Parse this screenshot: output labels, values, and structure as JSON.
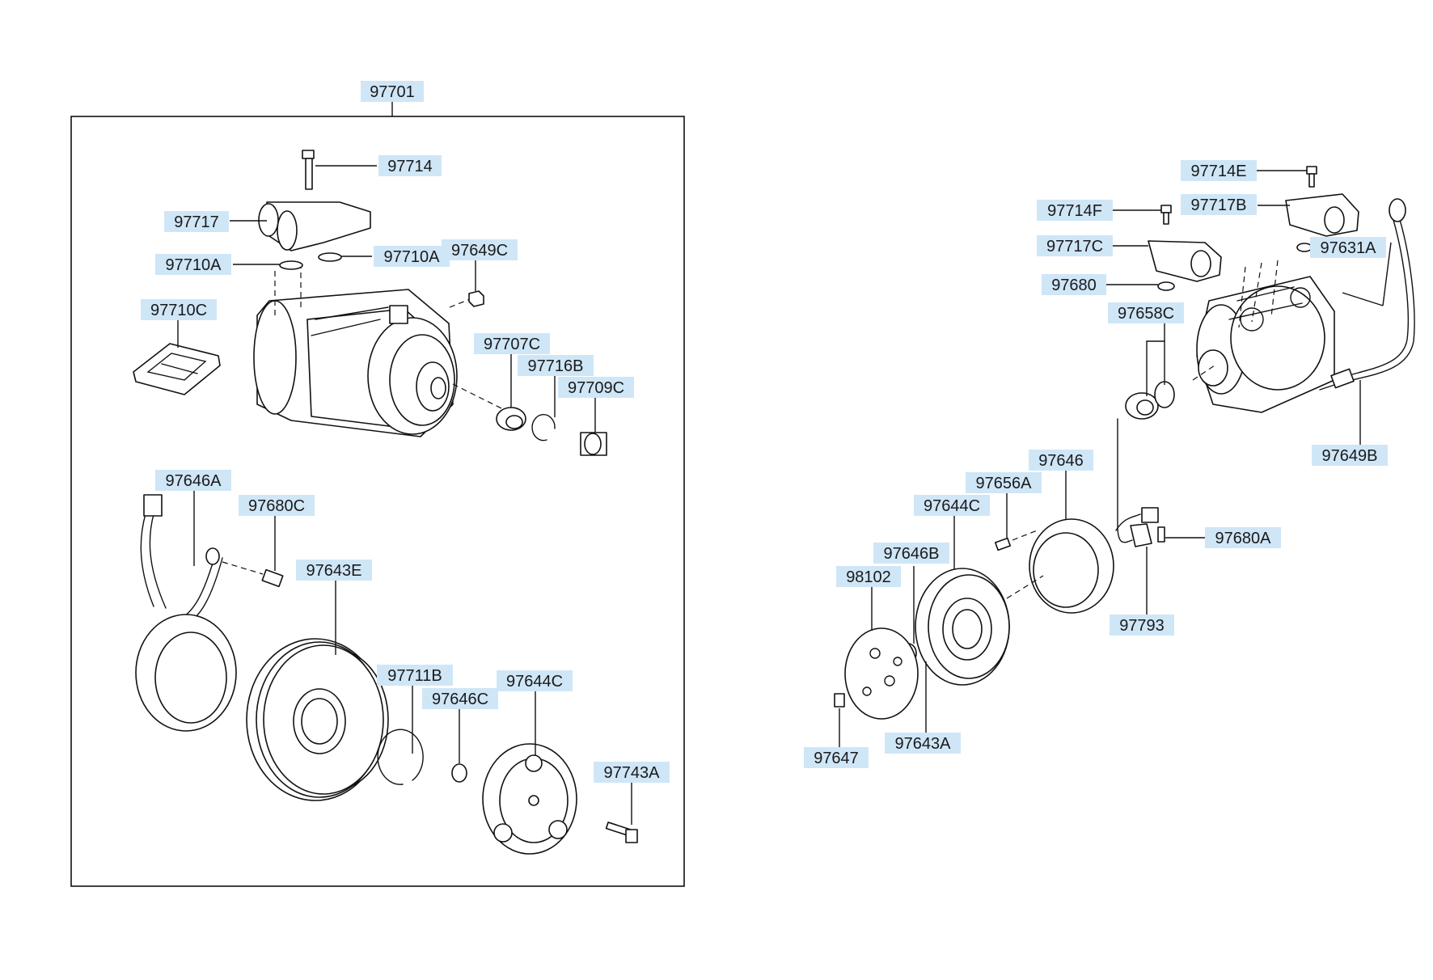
{
  "left_panel": {
    "assembly_label": "97701",
    "labels": {
      "p97714": "97714",
      "p97717": "97717",
      "p97710a_left": "97710A",
      "p97710a_right": "97710A",
      "p97649c": "97649C",
      "p97710c": "97710C",
      "p97707c": "97707C",
      "p97716b": "97716B",
      "p97709c": "97709C",
      "p97646a": "97646A",
      "p97680c": "97680C",
      "p97643e": "97643E",
      "p97711b": "97711B",
      "p97646c": "97646C",
      "p97644c": "97644C",
      "p97743a": "97743A"
    }
  },
  "right_panel": {
    "labels": {
      "p97714e": "97714E",
      "p97714f": "97714F",
      "p97717b": "97717B",
      "p97717c": "97717C",
      "p97631a": "97631A",
      "p97680": "97680",
      "p97658c": "97658C",
      "p97649b": "97649B",
      "p97646": "97646",
      "p97656a": "97656A",
      "p97644c": "97644C",
      "p97646b": "97646B",
      "p98102": "98102",
      "p97680a": "97680A",
      "p97793": "97793",
      "p97647": "97647",
      "p97643a": "97643A"
    }
  },
  "colors": {
    "label_highlight": "#cfe6f7",
    "line": "#111111"
  }
}
